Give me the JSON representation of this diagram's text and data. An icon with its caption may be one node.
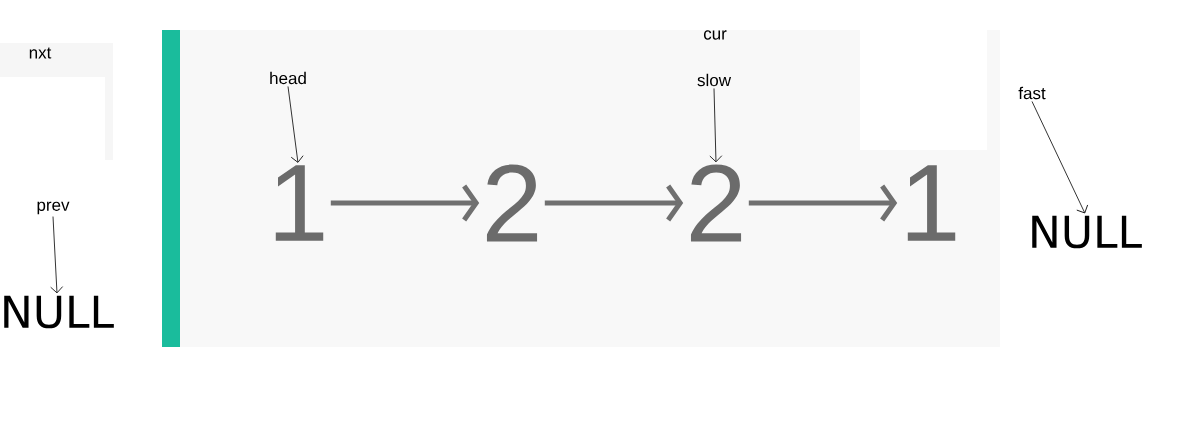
{
  "diagram": {
    "nodes": [
      {
        "text": [
          "1"
        ]
      },
      {
        "text": [
          "2"
        ]
      },
      {
        "text": [
          "2"
        ]
      },
      {
        "text": [
          "1"
        ]
      },
      {
        "text": [
          "NULL"
        ]
      },
      {
        "text": [
          "NULL"
        ]
      },
      {
        "text": [
          "head"
        ]
      },
      {
        "text": [
          "slow"
        ]
      },
      {
        "text": [
          "fast"
        ]
      },
      {
        "text": [
          "prev"
        ]
      }
    ],
    "edges": [
      {
        "from": 0,
        "to": 1,
        "arrow": "to",
        "style": "thick",
        "color": "#707070"
      },
      {
        "from": 1,
        "to": 2,
        "arrow": "to",
        "style": "thick",
        "color": "#707070"
      },
      {
        "from": 2,
        "to": 3,
        "arrow": "to",
        "style": "thick",
        "color": "#707070"
      },
      {
        "from": 6,
        "to": 0,
        "arrow": "to"
      },
      {
        "from": 7,
        "to": 2,
        "arrow": "to"
      },
      {
        "from": 8,
        "to": 4,
        "arrow": "to"
      },
      {
        "from": 9,
        "to": 5,
        "arrow": "to"
      }
    ],
    "labels": [
      "nxt",
      "cur"
    ]
  }
}
